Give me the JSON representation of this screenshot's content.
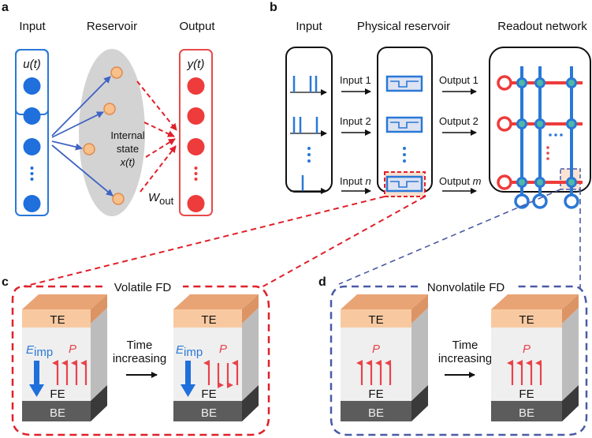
{
  "panel_a": {
    "label": "a",
    "input_title": "Input",
    "reservoir_title": "Reservoir",
    "output_title": "Output",
    "input_var": "u(t)",
    "output_var": "y(t)",
    "internal_state_line1": "Internal",
    "internal_state_line2": "state",
    "internal_state_line3": "x(t)",
    "weight_main": "W",
    "weight_sub": "out",
    "colors": {
      "input": "#1f6fdc",
      "output": "#ee3b3b",
      "reservoir_fill": "#d3d3d3",
      "node": "#f8c08a"
    }
  },
  "panel_b": {
    "label": "b",
    "input_title": "Input",
    "reservoir_title": "Physical reservoir",
    "readout_title": "Readout network",
    "inputs": [
      "Input 1",
      "Input 2",
      "Input n"
    ],
    "input_last_prefix": "Input ",
    "input_last_var": "n",
    "outputs": [
      "Output 1",
      "Output 2",
      "Output m"
    ],
    "output_last_prefix": "Output ",
    "output_last_var": "m"
  },
  "panel_c": {
    "label": "c",
    "title": "Volatile FD",
    "time_line1": "Time",
    "time_line2": "increasing",
    "te": "TE",
    "fe": "FE",
    "be": "BE",
    "e_main": "E",
    "e_sub": "imp",
    "p": "P"
  },
  "panel_d": {
    "label": "d",
    "title": "Nonvolatile FD",
    "time_line1": "Time",
    "time_line2": "increasing",
    "te": "TE",
    "fe": "FE",
    "be": "BE",
    "p": "P"
  }
}
